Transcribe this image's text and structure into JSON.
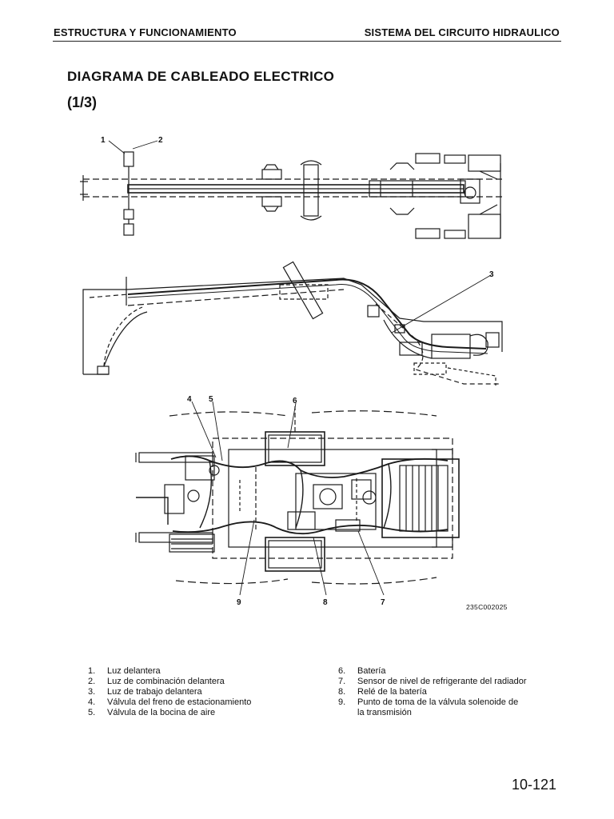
{
  "header": {
    "left": "ESTRUCTURA Y FUNCIONAMIENTO",
    "right": "SISTEMA DEL CIRCUITO HIDRAULICO"
  },
  "title": "DIAGRAMA DE CABLEADO ELECTRICO",
  "subtitle": "(1/3)",
  "figure": {
    "code": "235C002025",
    "callouts": [
      "1",
      "2",
      "3",
      "4",
      "5",
      "6",
      "7",
      "8",
      "9"
    ]
  },
  "legend": {
    "left": [
      {
        "num": "1.",
        "text": "Luz delantera"
      },
      {
        "num": "2.",
        "text": "Luz de combinación delantera"
      },
      {
        "num": "3.",
        "text": "Luz de trabajo delantera"
      },
      {
        "num": "4.",
        "text": "Válvula del freno de estacionamiento"
      },
      {
        "num": "5.",
        "text": "Válvula de la bocina de aire"
      }
    ],
    "right": [
      {
        "num": "6.",
        "text": "Batería"
      },
      {
        "num": "7.",
        "text": "Sensor de nivel de refrigerante del radiador"
      },
      {
        "num": "8.",
        "text": "Relé de la batería"
      },
      {
        "num": "9.",
        "text": "Punto de toma de la válvula solenoide de\nla transmisión"
      }
    ]
  },
  "page_number": "10-121"
}
